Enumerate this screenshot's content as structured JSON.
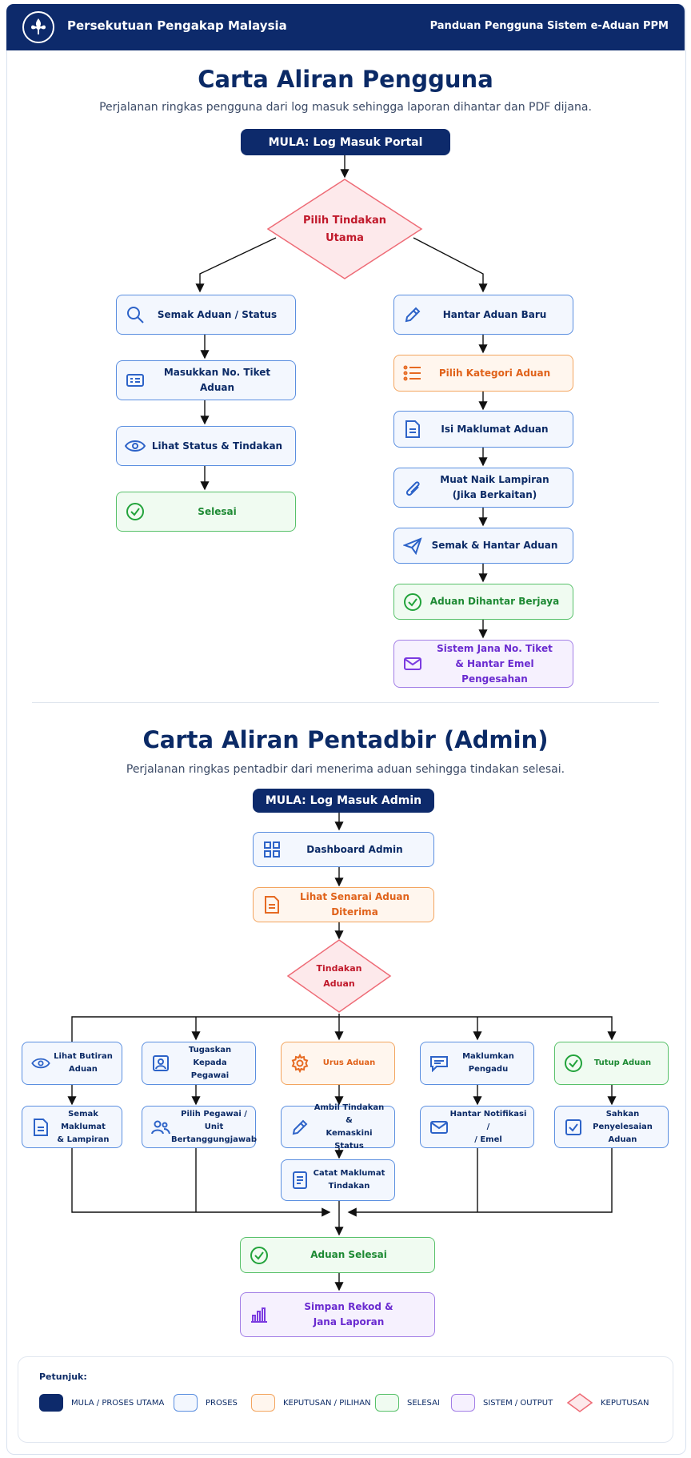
{
  "header": {
    "org_name": "Persekutuan Pengakap Malaysia",
    "guide_title": "Panduan Pengguna Sistem e-Aduan PPM"
  },
  "user_flow": {
    "title": "Carta Aliran Pengguna",
    "subtitle": "Perjalanan ringkas pengguna dari log masuk sehingga laporan dihantar dan PDF dijana.",
    "start": "MULA: Log Masuk Portal",
    "decision": "Pilih Tindakan\nUtama",
    "left": [
      {
        "label": "Semak Aduan / Status",
        "icon": "search-icon"
      },
      {
        "label": "Masukkan No. Tiket Aduan",
        "icon": "ticket-icon"
      },
      {
        "label": "Lihat Status & Tindakan",
        "icon": "eye-icon"
      },
      {
        "label": "Selesai",
        "icon": "check-circle-icon"
      }
    ],
    "right": [
      {
        "label": "Hantar Aduan Baru",
        "icon": "pencil-icon"
      },
      {
        "label": "Pilih Kategori Aduan",
        "icon": "list-icon"
      },
      {
        "label": "Isi Maklumat Aduan",
        "icon": "document-icon"
      },
      {
        "label": "Muat Naik Lampiran\n(Jika Berkaitan)",
        "icon": "paperclip-icon"
      },
      {
        "label": "Semak & Hantar Aduan",
        "icon": "send-icon"
      },
      {
        "label": "Aduan Dihantar Berjaya",
        "icon": "check-circle-icon"
      },
      {
        "label": "Sistem Jana No. Tiket\n& Hantar Emel Pengesahan",
        "icon": "mail-icon"
      }
    ]
  },
  "admin_flow": {
    "title": "Carta Aliran Pentadbir (Admin)",
    "subtitle": "Perjalanan ringkas pentadbir dari menerima aduan sehingga tindakan selesai.",
    "start": "MULA: Log Masuk Admin",
    "dashboard": "Dashboard Admin",
    "list": "Lihat Senarai Aduan Diterima",
    "decision": "Tindakan\nAduan",
    "branches": [
      {
        "top": "Lihat Butiran\nAduan",
        "top_icon": "eye-icon",
        "bottom": "Semak Maklumat\n& Lampiran",
        "bottom_icon": "document-icon"
      },
      {
        "top": "Tugaskan Kepada\nPegawai",
        "top_icon": "user-icon",
        "bottom": "Pilih Pegawai /\nUnit Bertanggungjawab",
        "bottom_icon": "users-icon"
      },
      {
        "top": "Urus Aduan",
        "top_icon": "gear-icon",
        "bottom": "Ambil Tindakan &\nKemaskini Status",
        "bottom_icon": "pencil-icon",
        "extra": "Catat Maklumat\nTindakan",
        "extra_icon": "note-icon"
      },
      {
        "top": "Maklumkan Pengadu",
        "top_icon": "chat-icon",
        "bottom": "Hantar Notifikasi /\n/ Emel",
        "bottom_icon": "mail-icon"
      },
      {
        "top": "Tutup Aduan",
        "top_icon": "check-circle-icon",
        "bottom": "Sahkan Penyelesaian\nAduan",
        "bottom_icon": "checkbox-icon"
      }
    ],
    "done": "Aduan Selesai",
    "report": "Simpan Rekod &\nJana Laporan"
  },
  "legend": {
    "title": "Petunjuk:",
    "items": [
      {
        "label": "MULA / PROSES UTAMA",
        "color": "#0d2a6b"
      },
      {
        "label": "PROSES",
        "color": "#5b8fe0"
      },
      {
        "label": "KEPUTUSAN / PILIHAN",
        "color": "#f3a55f"
      },
      {
        "label": "SELESAI",
        "color": "#58c16a"
      },
      {
        "label": "SISTEM / OUTPUT",
        "color": "#a27ee6"
      },
      {
        "label": "KEPUTUSAN",
        "color": "#f07a84"
      }
    ]
  }
}
